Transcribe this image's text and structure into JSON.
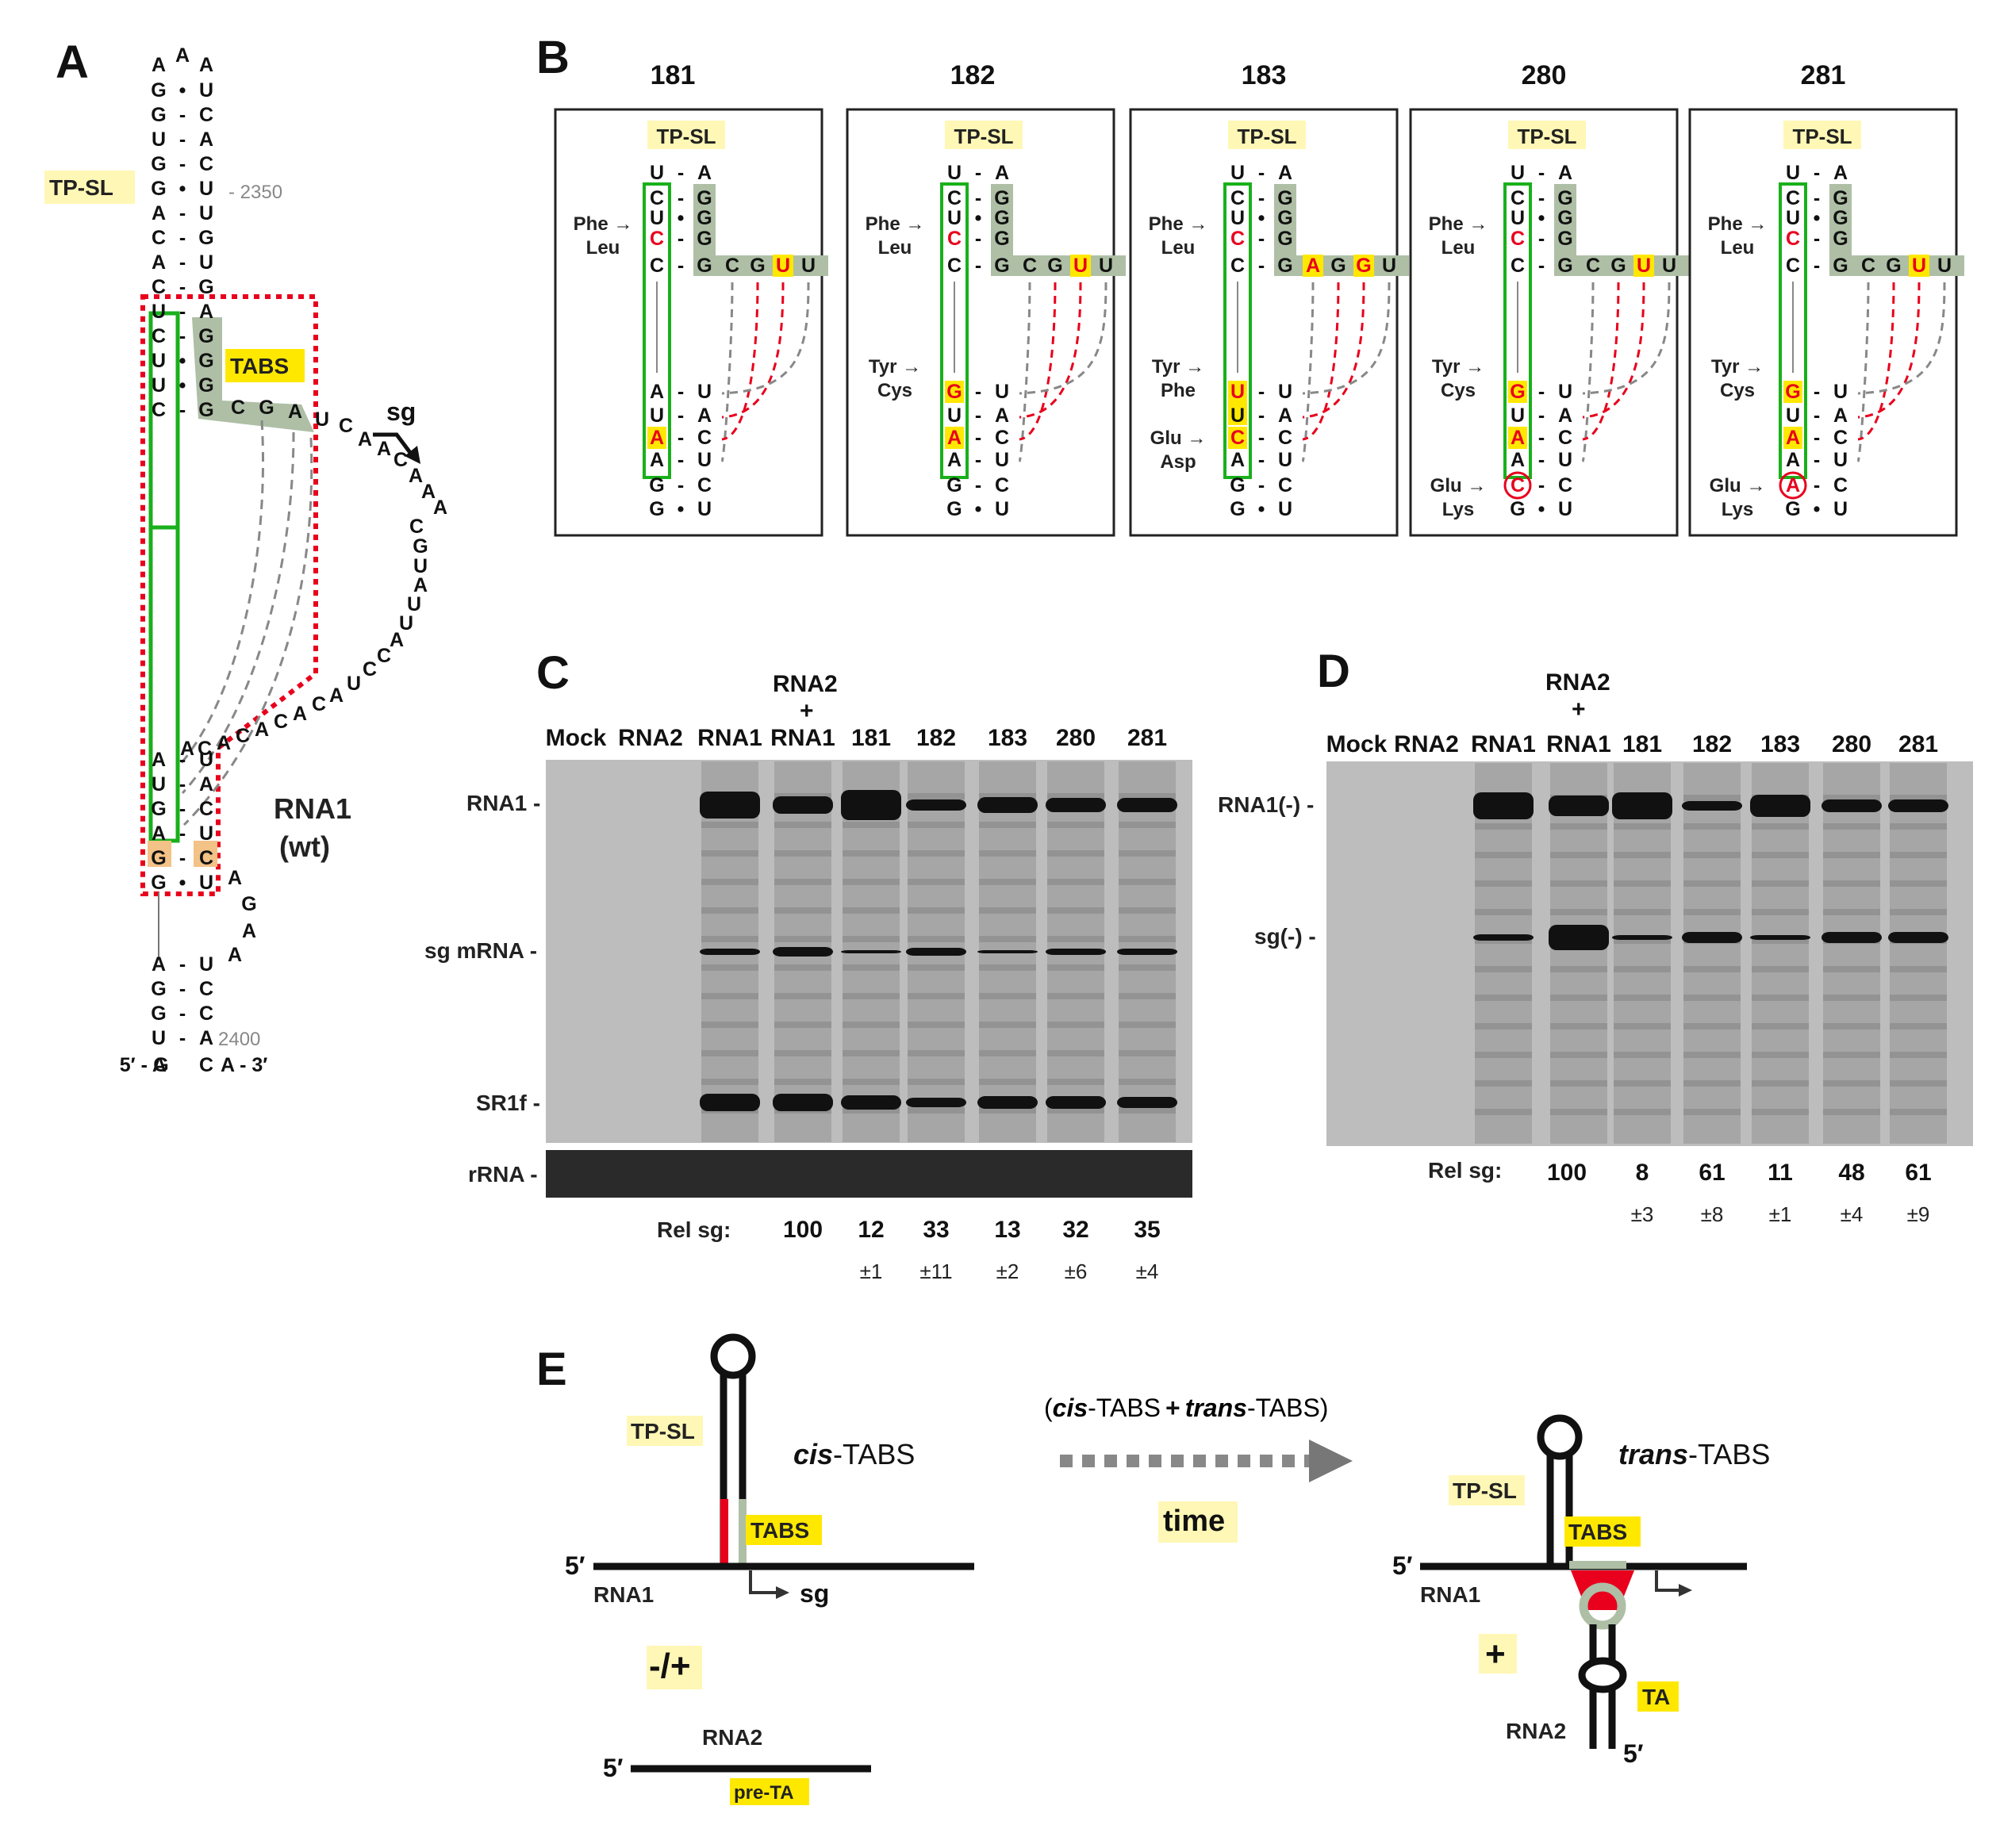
{
  "panels": {
    "A": "A",
    "B": "B",
    "C": "C",
    "D": "D",
    "E": "E"
  },
  "panelA": {
    "tpsl_label": "TP-SL",
    "tabs_label": "TABS",
    "sg_label": "sg",
    "rna1_label": "RNA1",
    "wt_label": "(wt)",
    "pos_2350": "- 2350",
    "pos_2400": "2400",
    "five_prime": "5′ - A",
    "three_prime": "A - 3′",
    "loop": [
      "A",
      "A",
      "A"
    ],
    "stem_top": [
      [
        "G",
        "•",
        "U"
      ],
      [
        "G",
        "-",
        "C"
      ],
      [
        "U",
        "-",
        "A"
      ],
      [
        "G",
        "-",
        "C"
      ],
      [
        "G",
        "•",
        "U"
      ],
      [
        "A",
        "-",
        "U"
      ],
      [
        "C",
        "-",
        "G"
      ],
      [
        "A",
        "-",
        "U"
      ],
      [
        "C",
        "-",
        "G"
      ],
      [
        "U",
        "-",
        "A"
      ]
    ],
    "stem_tabs": [
      [
        "C",
        "-",
        "G"
      ],
      [
        "U",
        "•",
        "G"
      ],
      [
        "U",
        "•",
        "G"
      ],
      [
        "C",
        "-",
        "G"
      ]
    ],
    "tabs_tail": [
      "C",
      "G",
      "A",
      "U"
    ],
    "linker1": [
      "C",
      "A",
      "A",
      "C",
      "A",
      "A",
      "A",
      "C",
      "G",
      "U",
      "A",
      "U",
      "U",
      "A",
      "C",
      "C",
      "U",
      "A"
    ],
    "linker2": [
      "C",
      "A",
      "C",
      "A",
      "C",
      "A",
      "C",
      "A"
    ],
    "stem_mid": [
      [
        "A",
        "-",
        "U"
      ],
      [
        "U",
        "-",
        "A"
      ],
      [
        "G",
        "-",
        "C"
      ],
      [
        "A",
        "-",
        "U"
      ],
      [
        "G",
        "-",
        "C"
      ],
      [
        "G",
        "•",
        "U"
      ]
    ],
    "bulge": [
      "A",
      "G",
      "A",
      "A"
    ],
    "stem_bottom": [
      [
        "A",
        "-",
        "U"
      ],
      [
        "G",
        "-",
        "C"
      ],
      [
        "G",
        "-",
        "C"
      ],
      [
        "U",
        "-",
        "A"
      ],
      [
        "A",
        "G",
        "C"
      ]
    ]
  },
  "panelB": {
    "tpsl": "TP-SL",
    "mutants": [
      {
        "id": "181",
        "ann": [
          {
            "t1": "Phe →",
            "t2": "Leu",
            "row": "top"
          }
        ],
        "left": [
          "U",
          "C",
          "U",
          "C",
          "C"
        ],
        "right": [
          "A",
          "G",
          "G",
          "G",
          "G"
        ],
        "tail": [
          "C",
          "G",
          "U",
          "U"
        ],
        "tailRed": [
          2
        ],
        "lower": [
          [
            "A",
            "-",
            "U"
          ],
          [
            "U",
            "-",
            "A"
          ],
          [
            "A",
            "-",
            "C"
          ],
          [
            "A",
            "-",
            "U"
          ],
          [
            "G",
            "-",
            "C"
          ],
          [
            "G",
            "•",
            "U"
          ]
        ],
        "red": [
          "2:1",
          "3:1"
        ]
      },
      {
        "id": "182",
        "ann": [
          {
            "t1": "Phe →",
            "t2": "Leu",
            "row": "top"
          },
          {
            "t1": "Tyr →",
            "t2": "Cys",
            "row": "mid"
          }
        ],
        "left": [
          "U",
          "C",
          "U",
          "C",
          "C"
        ],
        "right": [
          "A",
          "G",
          "G",
          "G",
          "G"
        ],
        "tail": [
          "C",
          "G",
          "U",
          "U"
        ],
        "tailRed": [
          2
        ],
        "lower": [
          [
            "G",
            "-",
            "U"
          ],
          [
            "U",
            "-",
            "A"
          ],
          [
            "A",
            "-",
            "C"
          ],
          [
            "A",
            "-",
            "U"
          ],
          [
            "G",
            "-",
            "C"
          ],
          [
            "G",
            "•",
            "U"
          ]
        ]
      },
      {
        "id": "183",
        "ann": [
          {
            "t1": "Phe →",
            "t2": "Leu",
            "row": "top"
          },
          {
            "t1": "Tyr →",
            "t2": "Phe",
            "row": "mid"
          },
          {
            "t1": "Glu →",
            "t2": "Asp",
            "row": "low"
          }
        ],
        "left": [
          "U",
          "C",
          "U",
          "C",
          "C"
        ],
        "right": [
          "A",
          "G",
          "G",
          "G",
          "G"
        ],
        "tail": [
          "A",
          "G",
          "G",
          "U"
        ],
        "tailRed": [
          0,
          2
        ],
        "lower": [
          [
            "U",
            "-",
            "U"
          ],
          [
            "U",
            "-",
            "A"
          ],
          [
            "C",
            "-",
            "C"
          ],
          [
            "A",
            "-",
            "U"
          ],
          [
            "G",
            "-",
            "C"
          ],
          [
            "G",
            "•",
            "U"
          ]
        ]
      },
      {
        "id": "280",
        "ann": [
          {
            "t1": "Phe →",
            "t2": "Leu",
            "row": "top"
          },
          {
            "t1": "Tyr →",
            "t2": "Cys",
            "row": "mid"
          },
          {
            "t1": "Glu →",
            "t2": "Lys",
            "row": "bot"
          }
        ],
        "left": [
          "U",
          "C",
          "U",
          "C",
          "C"
        ],
        "right": [
          "A",
          "G",
          "G",
          "G",
          "G"
        ],
        "tail": [
          "C",
          "G",
          "U",
          "U"
        ],
        "tailRed": [
          2
        ],
        "lower": [
          [
            "G",
            "-",
            "U"
          ],
          [
            "U",
            "-",
            "A"
          ],
          [
            "A",
            "-",
            "C"
          ],
          [
            "A",
            "-",
            "U"
          ],
          [
            "C",
            "-",
            "C"
          ],
          [
            "G",
            "•",
            "U"
          ]
        ]
      },
      {
        "id": "281",
        "ann": [
          {
            "t1": "Phe →",
            "t2": "Leu",
            "row": "top"
          },
          {
            "t1": "Tyr →",
            "t2": "Cys",
            "row": "mid"
          },
          {
            "t1": "Glu →",
            "t2": "Lys",
            "row": "bot"
          }
        ],
        "left": [
          "U",
          "C",
          "U",
          "C",
          "C"
        ],
        "right": [
          "A",
          "G",
          "G",
          "G",
          "G"
        ],
        "tail": [
          "C",
          "G",
          "U",
          "U"
        ],
        "tailRed": [
          2
        ],
        "lower": [
          [
            "G",
            "-",
            "U"
          ],
          [
            "U",
            "-",
            "A"
          ],
          [
            "A",
            "-",
            "C"
          ],
          [
            "A",
            "-",
            "U"
          ],
          [
            "A",
            "-",
            "C"
          ],
          [
            "G",
            "•",
            "U"
          ]
        ]
      }
    ]
  },
  "panelC": {
    "lanes": [
      "Mock",
      "RNA2",
      "RNA1",
      "RNA1",
      "181",
      "182",
      "183",
      "280",
      "281"
    ],
    "combo_top": "RNA2",
    "combo_plus": "+",
    "bands": [
      "RNA1 -",
      "sg mRNA -",
      "SR1f -"
    ],
    "rrna": "rRNA -",
    "rel_label": "Rel sg:",
    "rel": [
      "100",
      "12",
      "33",
      "13",
      "32",
      "35"
    ],
    "sd": [
      "±1",
      "±11",
      "±2",
      "±6",
      "±4"
    ]
  },
  "panelD": {
    "lanes": [
      "Mock",
      "RNA2",
      "RNA1",
      "RNA1",
      "181",
      "182",
      "183",
      "280",
      "281"
    ],
    "combo_top": "RNA2",
    "combo_plus": "+",
    "bands": [
      "RNA1(-) -",
      "sg(-) -"
    ],
    "rel_label": "Rel sg:",
    "rel": [
      "100",
      "8",
      "61",
      "11",
      "48",
      "61"
    ],
    "sd": [
      "±3",
      "±8",
      "±1",
      "±4",
      "±9"
    ]
  },
  "panelE": {
    "tpsl": "TP-SL",
    "cis": "cis",
    "cis_suffix": "-TABS",
    "tabs": "TABS",
    "five": "5′",
    "rna1": "RNA1",
    "sg": "sg",
    "minus_plus": "-/+",
    "rna2": "RNA2",
    "pre_ta": "pre-TA",
    "arrow_top_open": "(",
    "arrow_top_cis": "cis",
    "arrow_top_mid": "-TABS",
    "arrow_top_plus": "+",
    "arrow_top_trans": "trans",
    "arrow_top_end": "-TABS)",
    "time": "time",
    "trans": "trans",
    "trans_suffix": "-TABS",
    "tpsl2": "TP-SL",
    "tabs2": "TABS",
    "five2": "5′",
    "rna1_2": "RNA1",
    "plus": "+",
    "ta": "TA",
    "rna2_2": "RNA2",
    "five3": "5′"
  },
  "colors": {
    "red": "#e8001c",
    "green": "#19b01b",
    "tabs_fill": "#aebfa6",
    "yellow": "#fff7a0",
    "highlight": "#ffe800"
  }
}
